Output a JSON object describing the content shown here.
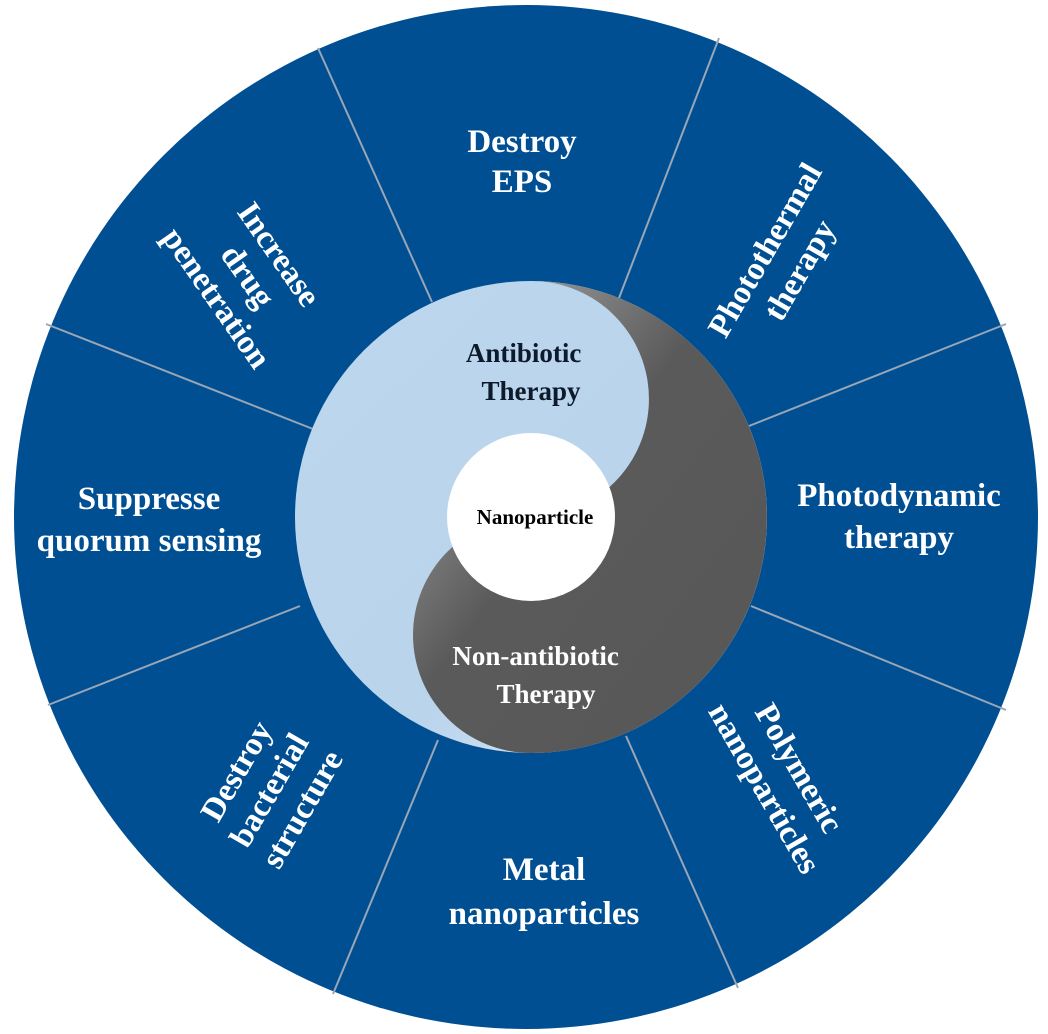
{
  "colors": {
    "outer_ring": "#004f93",
    "divider": "#9aa6b6",
    "antibiotic_half": "#bdd7ee",
    "non_antibiotic_half": "#585858",
    "center": "#ffffff",
    "segment_text": "#ffffff"
  },
  "center": {
    "label": "Nanoparticle"
  },
  "inner": {
    "antibiotic": {
      "line1": "Antibiotic",
      "line2": "Therapy"
    },
    "non_antibiotic": {
      "line1": "Non-antibiotic",
      "line2": "Therapy"
    }
  },
  "segments": [
    {
      "id": "destroy-eps",
      "lines": [
        "Destroy",
        "EPS"
      ]
    },
    {
      "id": "photothermal",
      "lines": [
        "Photothermal",
        "therapy"
      ]
    },
    {
      "id": "photodynamic",
      "lines": [
        "Photodynamic",
        "therapy"
      ]
    },
    {
      "id": "polymeric",
      "lines": [
        "Polymeric",
        "nanoparticles"
      ]
    },
    {
      "id": "metal",
      "lines": [
        "Metal",
        "nanoparticles"
      ]
    },
    {
      "id": "bacterial-structure",
      "lines": [
        "Destroy",
        "bacterial",
        "structure"
      ]
    },
    {
      "id": "quorum-sensing",
      "lines": [
        "Suppresse",
        "quorum sensing"
      ]
    },
    {
      "id": "drug-penetration",
      "lines": [
        "Increase",
        "drug",
        "penetration"
      ]
    }
  ]
}
